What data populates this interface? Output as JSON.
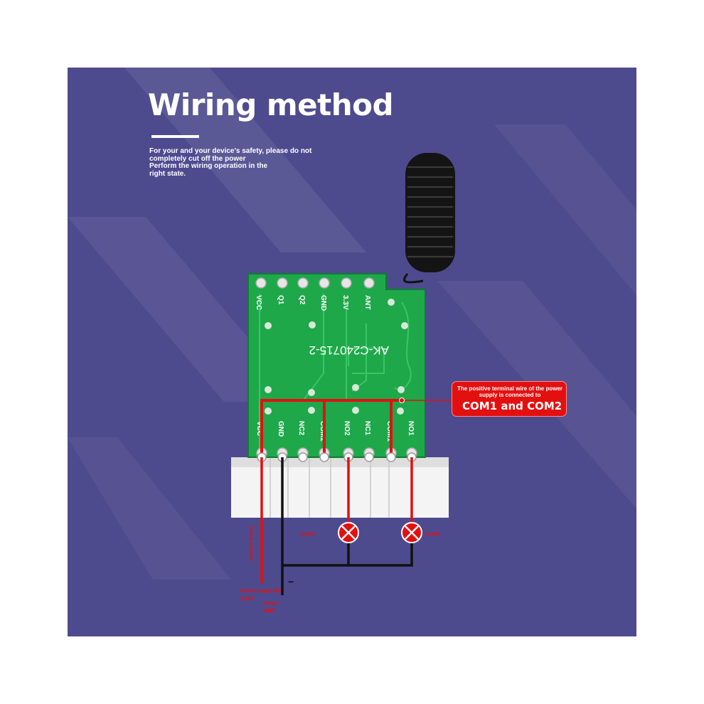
{
  "title": "Wiring method",
  "safety_note": [
    "For your and your device's safety, please do not",
    "completely cut off the power",
    "Perform the wiring operation in the",
    "right state."
  ],
  "board": {
    "model": "AK-C240715-2",
    "top_pins": [
      "VCC",
      "Q1",
      "Q2",
      "GND",
      "3.3V",
      "ANT"
    ],
    "bottom_pins": [
      "VCC",
      "GND",
      "NC2",
      "COM2",
      "NO2",
      "NC1",
      "COM1",
      "NO1"
    ]
  },
  "callout": {
    "text": "The positive terminal wire of the power supply is connected to",
    "target": "COM1 and COM2"
  },
  "labels": {
    "load2": "Load2",
    "load1": "Load1",
    "positive_terminal": "Power positive",
    "negative_sign": "−",
    "power_supply_line1": "Power supply DC",
    "power_supply_line2": "5-12V",
    "ground_line1": "Power",
    "ground_line2": "GND"
  },
  "colors": {
    "background": "#4e4a8e",
    "pcb": "#1ea84a",
    "wire_positive": "#e31010",
    "wire_negative": "#111111",
    "callout": "#e31010"
  }
}
